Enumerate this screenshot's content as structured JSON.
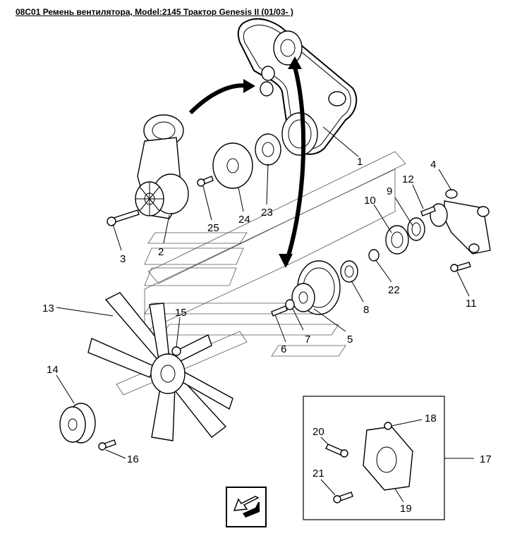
{
  "title": "08C01 Ремень вентилятора, Model:2145 Трактор Genesis II (01/03- )",
  "callouts": [
    "1",
    "2",
    "3",
    "4",
    "5",
    "6",
    "7",
    "8",
    "9",
    "10",
    "11",
    "12",
    "13",
    "14",
    "15",
    "16",
    "17",
    "18",
    "19",
    "20",
    "21",
    "22",
    "23",
    "24",
    "25"
  ],
  "icons": {
    "navigation": "back-arrow-icon"
  }
}
